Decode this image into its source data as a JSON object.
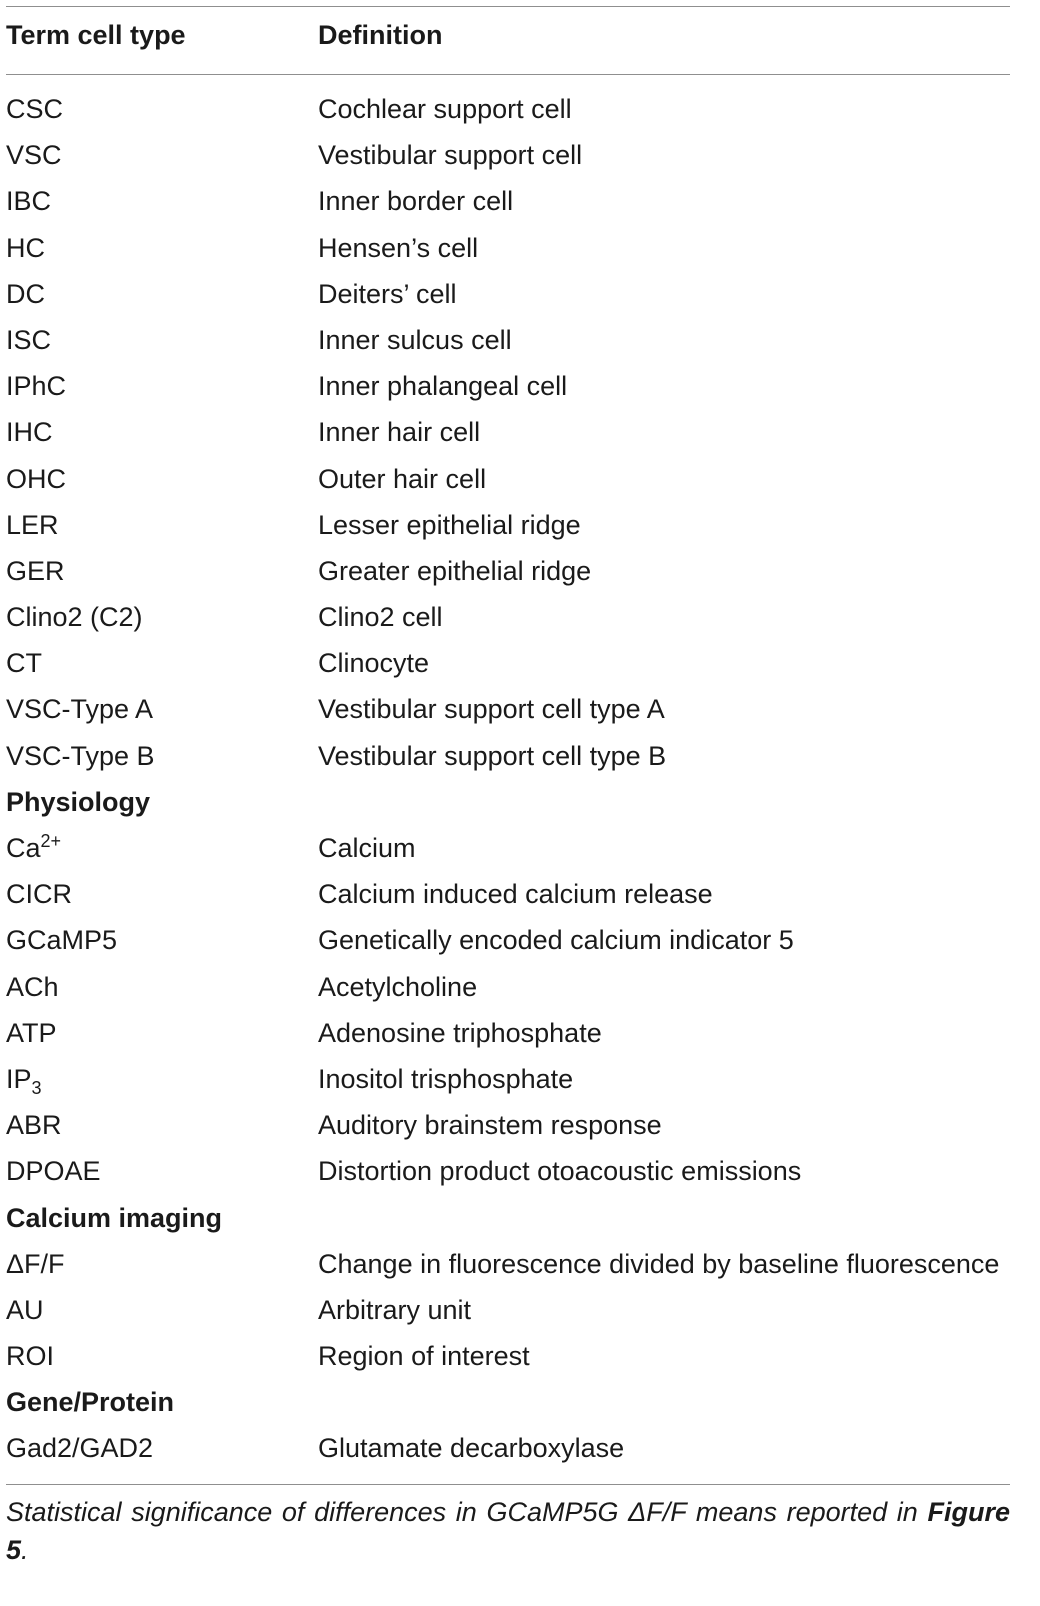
{
  "header": {
    "term": "Term cell type",
    "definition": "Definition"
  },
  "rows": [
    {
      "term": "CSC",
      "definition": "Cochlear support cell"
    },
    {
      "term": "VSC",
      "definition": "Vestibular support cell"
    },
    {
      "term": "IBC",
      "definition": "Inner border cell"
    },
    {
      "term": "HC",
      "definition": "Hensen’s cell"
    },
    {
      "term": "DC",
      "definition": "Deiters’ cell"
    },
    {
      "term": "ISC",
      "definition": "Inner sulcus cell"
    },
    {
      "term": "IPhC",
      "definition": "Inner phalangeal cell"
    },
    {
      "term": "IHC",
      "definition": "Inner hair cell"
    },
    {
      "term": "OHC",
      "definition": "Outer hair cell"
    },
    {
      "term": "LER",
      "definition": "Lesser epithelial ridge"
    },
    {
      "term": "GER",
      "definition": "Greater epithelial ridge"
    },
    {
      "term": "Clino2 (C2)",
      "definition": "Clino2 cell"
    },
    {
      "term": "CT",
      "definition": "Clinocyte"
    },
    {
      "term": "VSC-Type A",
      "definition": "Vestibular support cell type A"
    },
    {
      "term": "VSC-Type B",
      "definition": "Vestibular support cell type B"
    },
    {
      "term": "Physiology",
      "section": true
    },
    {
      "term": "Ca",
      "sup": "2+",
      "definition": "Calcium"
    },
    {
      "term": "CICR",
      "definition": "Calcium induced calcium release"
    },
    {
      "term": "GCaMP5",
      "definition": "Genetically encoded calcium indicator 5"
    },
    {
      "term": "ACh",
      "definition": "Acetylcholine"
    },
    {
      "term": "ATP",
      "definition": "Adenosine triphosphate"
    },
    {
      "term": "IP",
      "sub": "3",
      "definition": "Inositol trisphosphate"
    },
    {
      "term": "ABR",
      "definition": "Auditory brainstem response"
    },
    {
      "term": "DPOAE",
      "definition": "Distortion product otoacoustic emissions"
    },
    {
      "term": "Calcium imaging",
      "section": true
    },
    {
      "term": "ΔF/F",
      "definition": "Change in fluorescence divided by baseline fluorescence"
    },
    {
      "term": "AU",
      "definition": "Arbitrary unit"
    },
    {
      "term": "ROI",
      "definition": "Region of interest"
    },
    {
      "term": "Gene/Protein",
      "section": true
    },
    {
      "term": "Gad2/GAD2",
      "definition": "Glutamate decarboxylase"
    }
  ],
  "footnote": {
    "text": "Statistical significance of differences in GCaMP5G ΔF/F means reported in",
    "ref": "Figure 5",
    "end": "."
  }
}
